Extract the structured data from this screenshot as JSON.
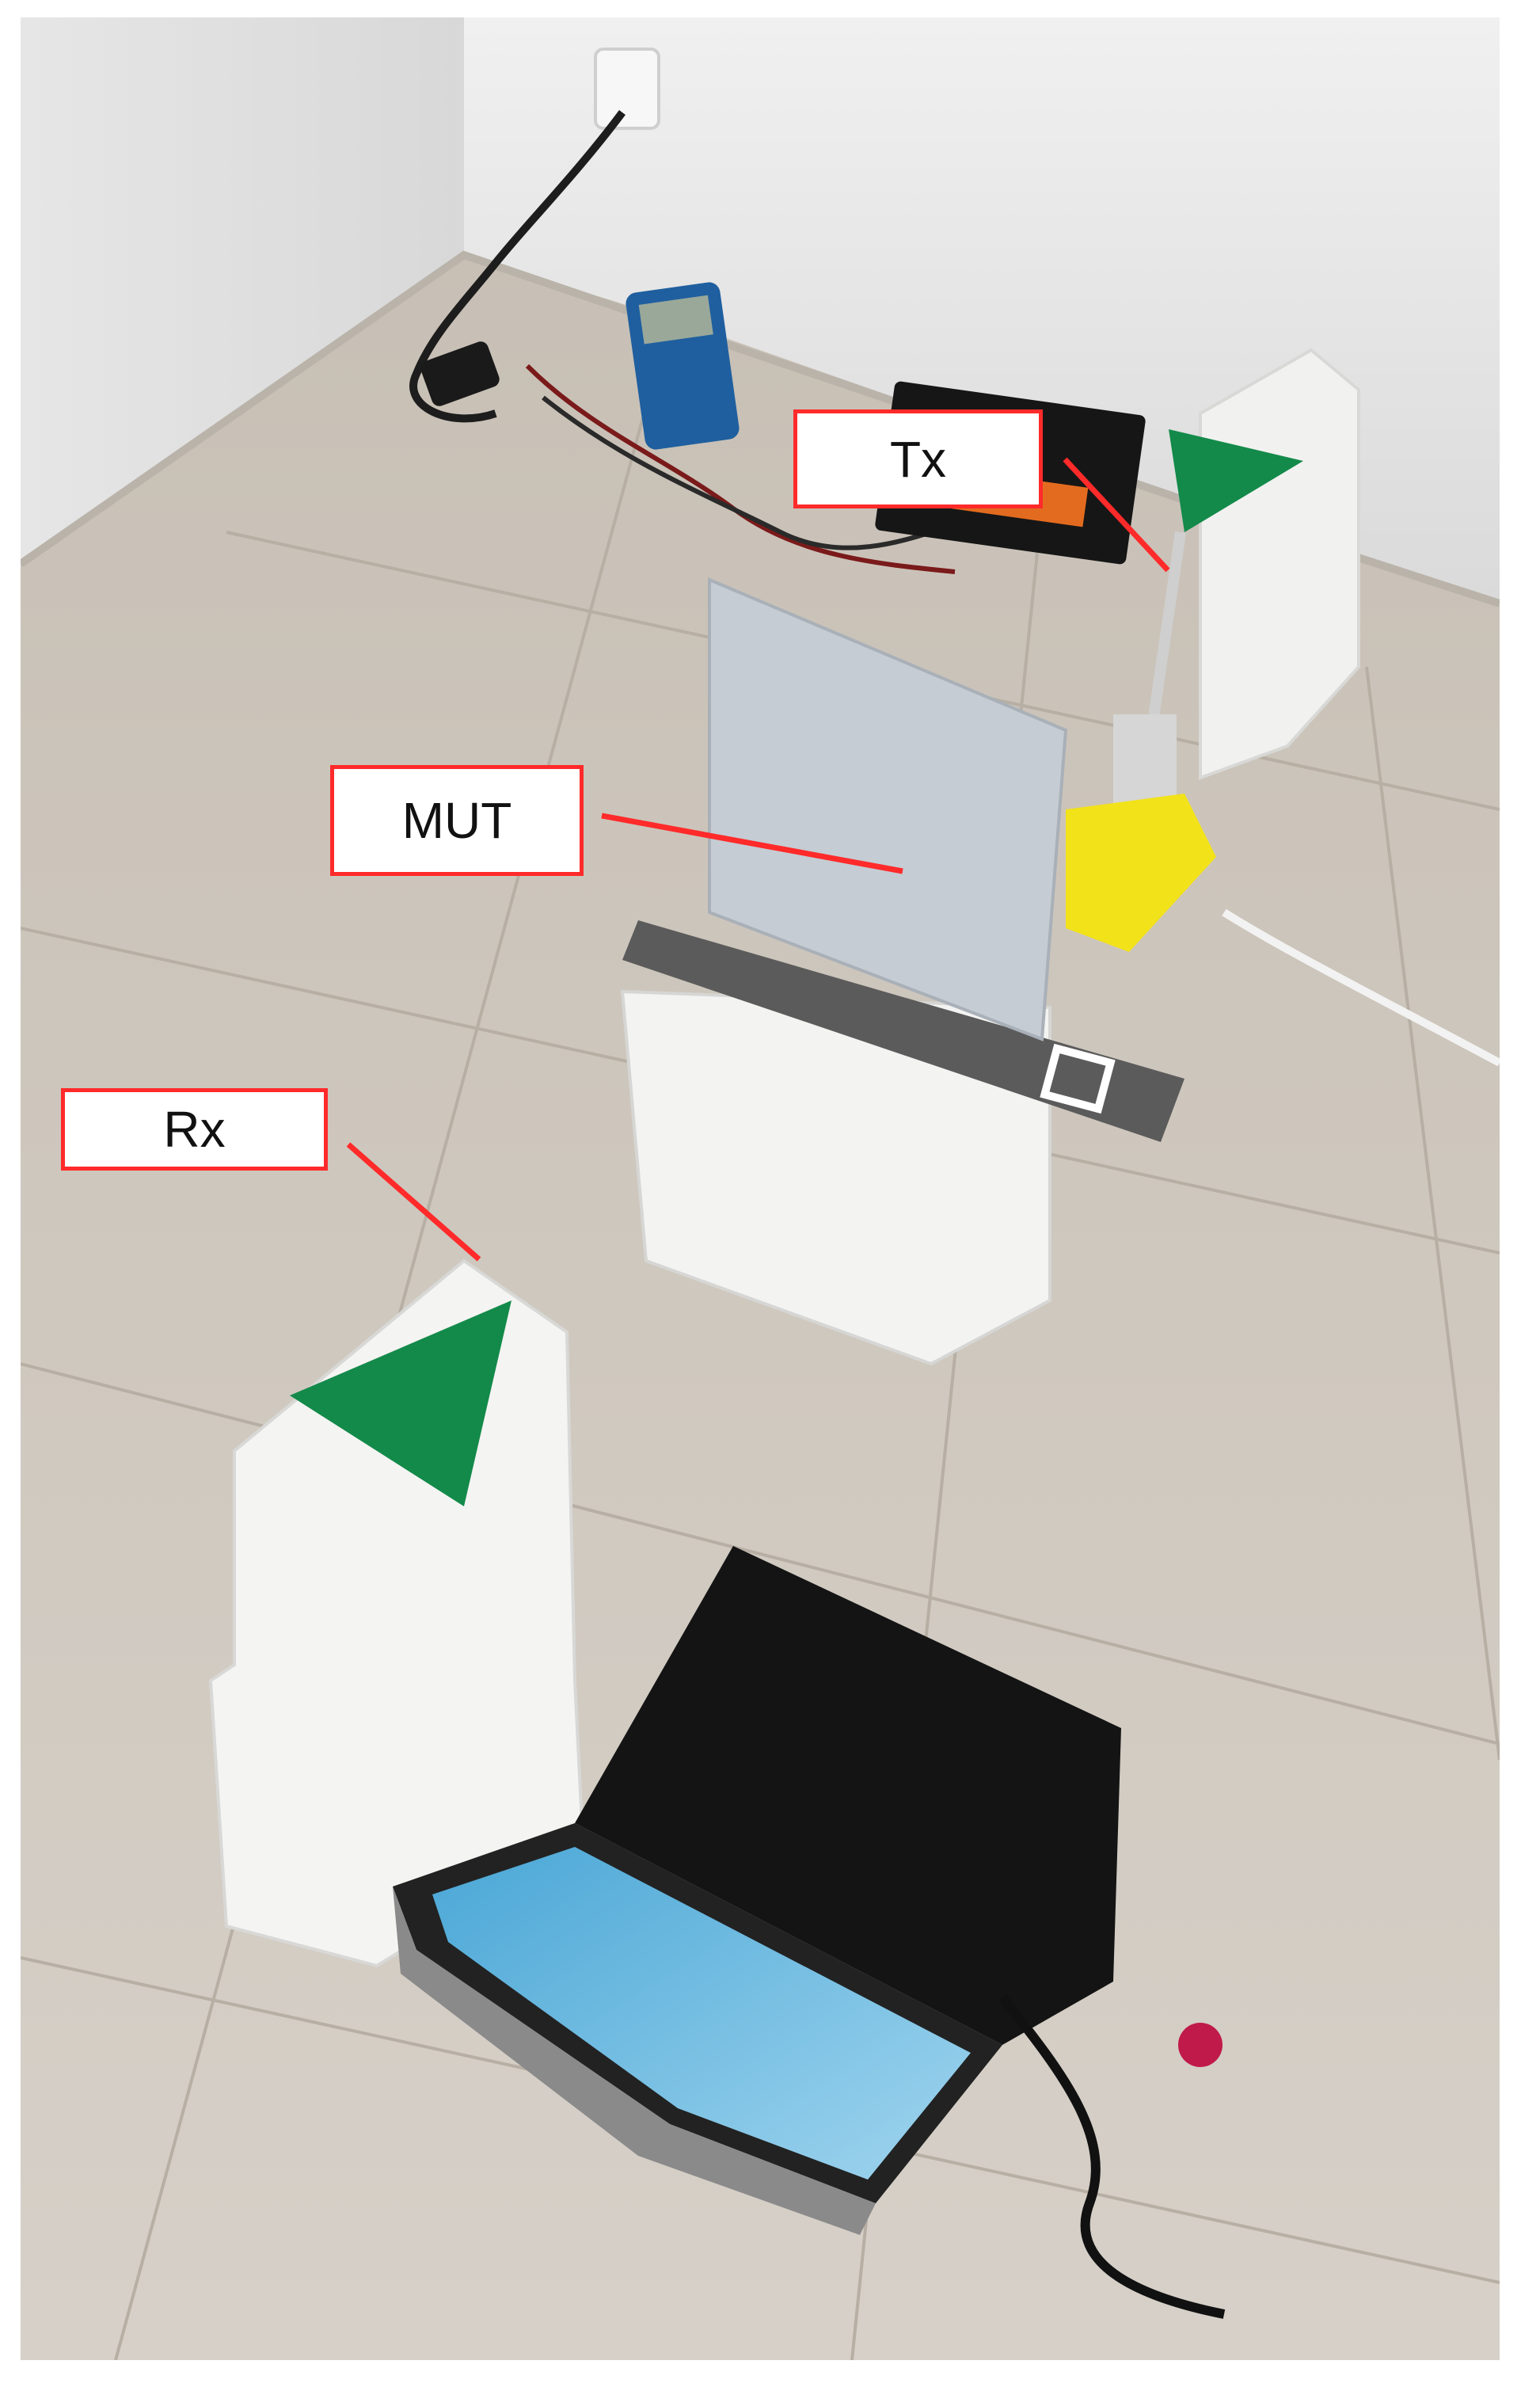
{
  "labels": {
    "tx": "Tx",
    "mut": "MUT",
    "rx": "Rx"
  },
  "colors": {
    "label_border": "#ff2a2a",
    "antenna": "#138a4a",
    "foam": "#f4f4f2",
    "floor": "#c9c2b8"
  }
}
